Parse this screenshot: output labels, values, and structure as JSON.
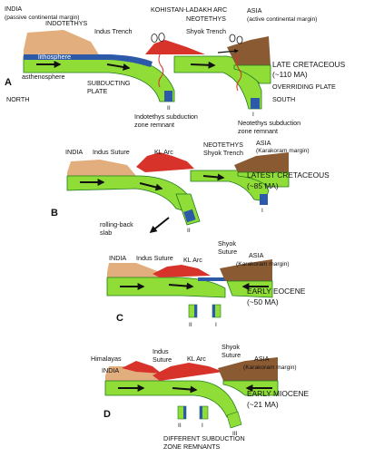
{
  "colors": {
    "continental_crust": "#e3ae7e",
    "asia_crust": "#8a5a33",
    "lithosphere": "#8fdd36",
    "lithosphere_edge": "#1f7a1f",
    "arc_red": "#d8332a",
    "oceanic_blue": "#2c5aa8",
    "arrow": "#111111"
  },
  "panelA": {
    "letter": "A",
    "india": "INDIA",
    "india_sub": "(passive continental margin)",
    "indotethys": "INDOTETHYS",
    "indus_trench": "Indus Trench",
    "kohistan_arc": "KOHISTAN-LADAKH ARC",
    "neotethys": "NEOTETHYS",
    "shyok_trench": "Shyok Trench",
    "asia": "ASIA",
    "asia_sub": "(active continental margin)",
    "lithosphere": "lithosphere",
    "asthenosphere": "asthenosphere",
    "subducting_1": "SUBDUCTING",
    "subducting_2": "PLATE",
    "north": "NORTH",
    "age_title": "LATE CRETACEOUS",
    "age_value": "(~110 MA)",
    "overriding": "OVERRIDING PLATE",
    "south": "SOUTH",
    "remnant_II_num": "II",
    "remnant_II_1": "Indotethys subduction",
    "remnant_II_2": "zone remnant",
    "remnant_I_num": "I",
    "remnant_I_1": "Neotethys subduction",
    "remnant_I_2": "zone remnant"
  },
  "panelB": {
    "letter": "B",
    "india": "INDIA",
    "indus_suture": "Indus Suture",
    "kl_arc": "KL Arc",
    "neotethys": "NEOTETHYS",
    "shyok_trench": "Shyok Trench",
    "asia": "ASIA",
    "asia_sub": "(Karakoram margin)",
    "age_title": "LATEST CRETACEOUS",
    "age_value": "(~85 MA)",
    "rolling_1": "rolling-back",
    "rolling_2": "slab",
    "remnant_II": "II",
    "remnant_I": "I"
  },
  "panelC": {
    "letter": "C",
    "india": "INDIA",
    "indus_suture": "Indus Suture",
    "kl_arc": "KL Arc",
    "shyok_1": "Shyok",
    "shyok_2": "Suture",
    "asia": "ASIA",
    "asia_sub": "(Karakoram margin)",
    "age_title": "EARLY EOCENE",
    "age_value": "(~50 MA)",
    "remnant_II": "II",
    "remnant_I": "I"
  },
  "panelD": {
    "letter": "D",
    "himalayas": "Himalayas",
    "india": "INDIA",
    "indus_1": "Indus",
    "indus_2": "Suture",
    "kl_arc": "KL Arc",
    "shyok_1": "Shyok",
    "shyok_2": "Suture",
    "asia": "ASIA",
    "asia_sub": "(Karakoram margin)",
    "age_title": "EARLY MIOCENE",
    "age_value": "(~21 MA)",
    "remnant_II": "II",
    "remnant_I": "I",
    "remnant_III": "III",
    "caption_1": "DIFFERENT SUBDUCTION",
    "caption_2": "ZONE REMNANTS"
  }
}
